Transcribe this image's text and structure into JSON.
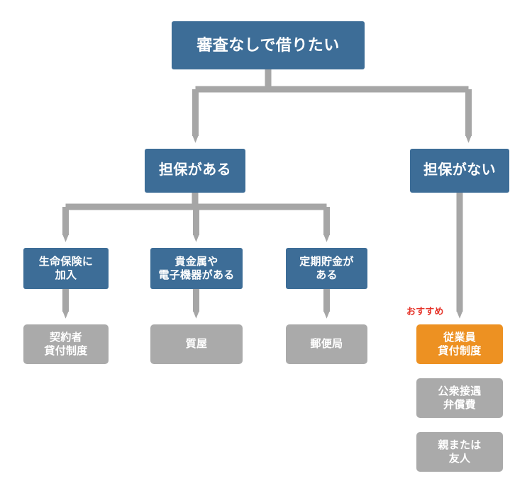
{
  "diagram": {
    "title_text": "審査なしで借りたい",
    "colors": {
      "blue": "#3d6d97",
      "gray": "#aaaaaa",
      "orange": "#ed9122",
      "connector": "#a6a6a6",
      "badge_red": "#e63329",
      "background": "#ffffff",
      "node_text": "#ffffff"
    },
    "nodes": {
      "root": "審査なしで借りたい",
      "collateral_yes": "担保がある",
      "collateral_no": "担保がない",
      "life_insurance": "生命保険に\n加入",
      "valuables": "貴金属や\n電子機器がある",
      "time_deposit": "定期貯金が\nある",
      "policyholder_loan": "契約者\n貸付制度",
      "pawnshop": "質屋",
      "post_office": "郵便局",
      "employee_loan": "従業員\n貸付制度",
      "public_compensation": "公衆接遇\n弁償費",
      "parents_friends": "親または\n友人"
    },
    "badges": {
      "recommend": "おすすめ"
    }
  }
}
